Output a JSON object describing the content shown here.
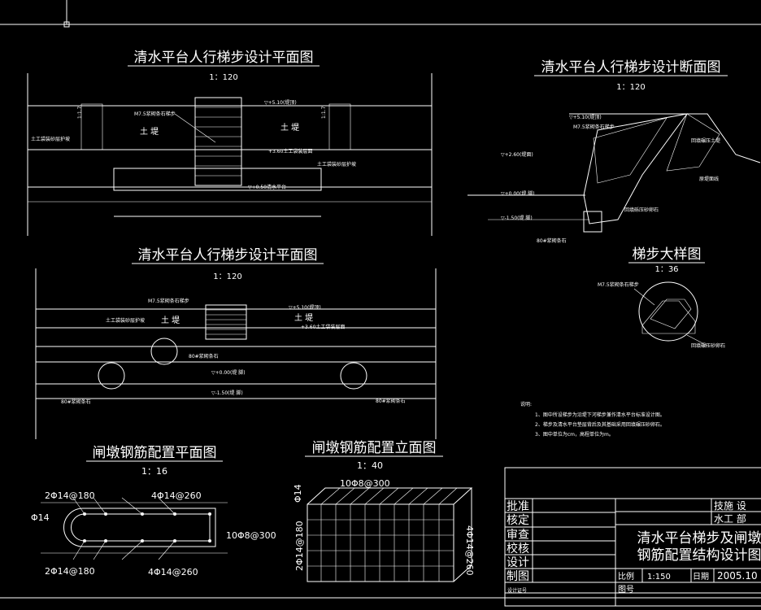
{
  "plan_top": {
    "title": "清水平台人行梯步设计平面图",
    "scale": "1：120",
    "labels": {
      "stair_material": "M7.5浆砌条石梯步",
      "soil_left": "土 堤",
      "soil_right": "土 堤",
      "water_level_top": "▽+5.10(堤顶)",
      "bag_left": "土工袋装砂层护坡",
      "bag_right": "土工袋装砂层护坡",
      "platform_level": "+3.60土工袋装层面",
      "platform": "▽+0.50清水平台",
      "dim_v": "1:1.7"
    }
  },
  "plan_mid": {
    "title": "清水平台人行梯步设计平面图",
    "scale": "1：120",
    "labels": {
      "stair_material": "M7.5浆砌条石梯步",
      "bag_left": "土工袋装砂层护坡",
      "soil_left": "土 堤",
      "soil_right": "土 堤",
      "water_level_top": "▽+5.10(堤顶)",
      "platform_level": "+3.60土工袋装层面",
      "level_zero": "▽+0.00(堤 脚)",
      "level_minus": "▽-1.50(堤 脚)",
      "pier_left": "80#浆砌条石",
      "pier_right": "80#浆砌条石",
      "pier_mid": "80#浆砌条石"
    }
  },
  "section": {
    "title": "清水平台人行梯步设计断面图",
    "scale": "1：120",
    "labels": {
      "top_level": "▽+5.10(堤顶)",
      "stair_material": "M7.5浆砌条石梯步",
      "level_260": "▽+2.60(堤面)",
      "level_000": "▽+0.00(堤 脚)",
      "level_150": "▽-1.50(堤 脚)",
      "rock": "回填砾压砂卵石",
      "bank": "原堤面线",
      "compact": "回填碾压土堤",
      "pier": "80#浆砌条石"
    }
  },
  "detail": {
    "title": "梯步大样图",
    "scale": "1：36",
    "labels": {
      "stair_material": "M7.5浆砌条石梯步",
      "rock": "回填碾压砂卵石"
    }
  },
  "notes": {
    "heading": "说明:",
    "items": [
      "1、图中所设梯步为沿堤下河梯步兼作清水平台标准设计图。",
      "2、梯步及清水平台垫层背后及其基础采用回填碾压砂卵石。",
      "3、图中单位为cm，高程单位为m。"
    ]
  },
  "rebar_plan": {
    "title": "闸墩钢筋配置平面图",
    "scale": "1：16",
    "labels": {
      "top_left": "2Φ14@180",
      "top_right": "4Φ14@260",
      "left": "Φ14",
      "right": "10Φ8@300",
      "bottom_left": "2Φ14@180",
      "bottom_right": "4Φ14@260"
    }
  },
  "rebar_elev": {
    "title": "闸墩钢筋配置立面图",
    "scale": "1：40",
    "labels": {
      "top": "10Φ8@300",
      "left_top": "Φ14",
      "left": "2Φ14@180",
      "right": "4Φ14@260"
    }
  },
  "title_block": {
    "rows": [
      "批准",
      "核定",
      "审查",
      "校核",
      "设计",
      "制图"
    ],
    "top_right_1": "技施  设",
    "top_right_2": "水工  部",
    "drawing_title_1": "清水平台梯步及闸墩",
    "drawing_title_2": "钢筋配置结构设计图",
    "scale_label": "比例",
    "scale_value": "1:150",
    "date_label": "日期",
    "date_value": "2005.10",
    "design_no": "设计证号",
    "drawing_no": "图号"
  }
}
